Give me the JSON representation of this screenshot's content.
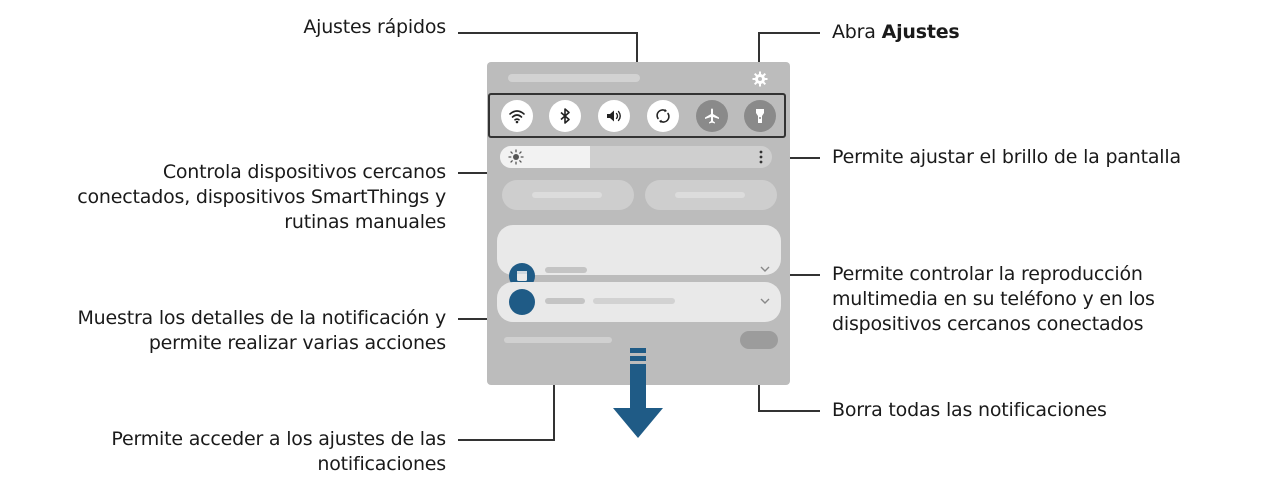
{
  "callouts": {
    "quick_settings": "Ajustes rápidos",
    "open_settings_prefix": "Abra ",
    "open_settings_bold": "Ajustes",
    "brightness": "Permite ajustar el brillo de la pantalla",
    "devices_line1": "Controla dispositivos cercanos",
    "devices_line2": "conectados, dispositivos SmartThings y",
    "devices_line3": "rutinas manuales",
    "media_line1": "Permite controlar la reproducción",
    "media_line2": "multimedia en su teléfono y en los",
    "media_line3": "dispositivos cercanos conectados",
    "details_line1": "Muestra los detalles de la notificación y",
    "details_line2": "permite realizar varias acciones",
    "clear_all": "Borra todas las notificaciones",
    "notif_settings_line1": "Permite acceder a los ajustes de las",
    "notif_settings_line2": "notificaciones"
  },
  "quick_settings_icons": [
    {
      "icon": "wifi-icon",
      "state": "on"
    },
    {
      "icon": "bluetooth-icon",
      "state": "on"
    },
    {
      "icon": "sound-icon",
      "state": "on"
    },
    {
      "icon": "auto-rotate-icon",
      "state": "on"
    },
    {
      "icon": "airplane-icon",
      "state": "off"
    },
    {
      "icon": "flashlight-icon",
      "state": "off"
    }
  ],
  "colors": {
    "panel": "#bcbcbc",
    "leader_line": "#333333",
    "arrow": "#1f5b86",
    "notification_icon": "#1f5b86"
  }
}
